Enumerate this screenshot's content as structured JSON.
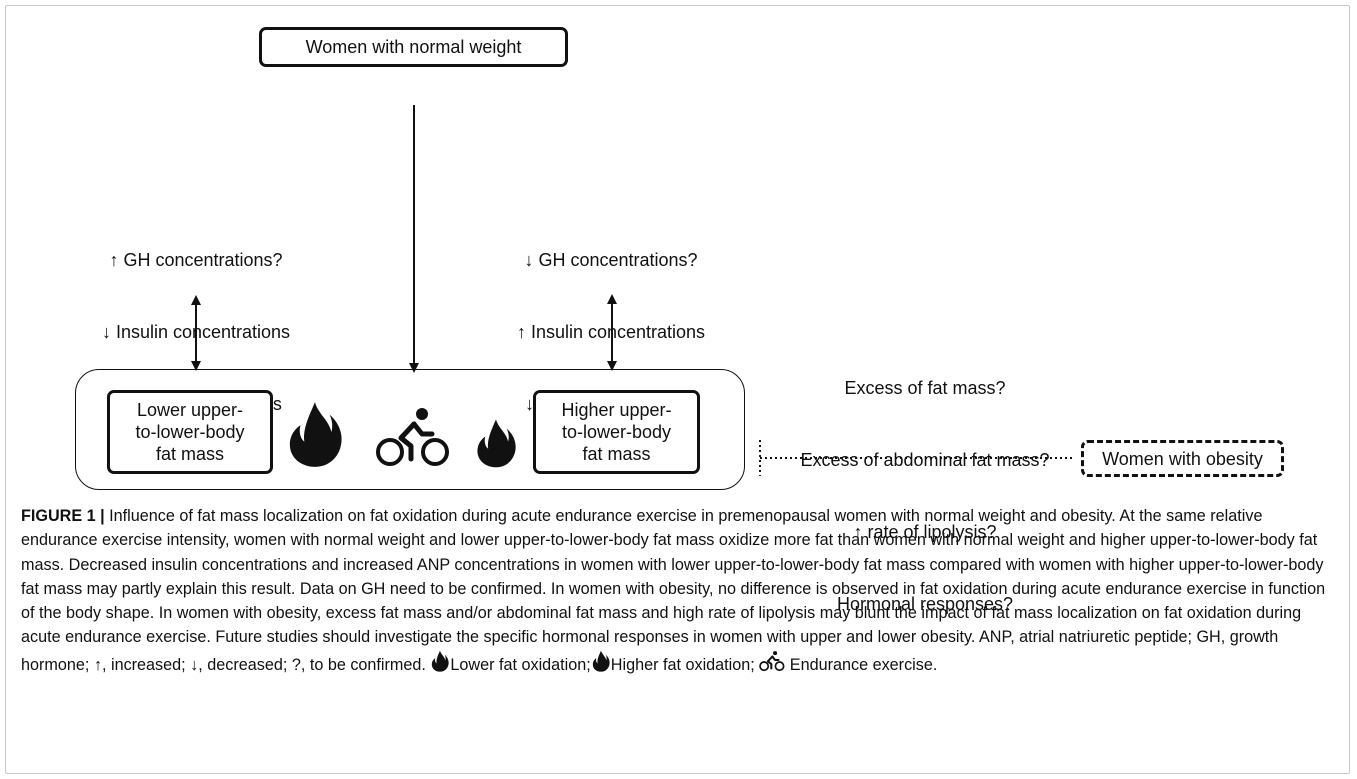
{
  "nodes": {
    "normal_weight": "Women with normal weight",
    "lower_body": [
      "Lower upper-",
      "to-lower-body",
      "fat mass"
    ],
    "higher_body": [
      "Higher upper-",
      "to-lower-body",
      "fat mass"
    ],
    "obesity": "Women with obesity"
  },
  "left_factors": [
    "↑ GH concentrations?",
    "↓ Insulin concentrations",
    "↑ ANP concentrations"
  ],
  "right_factors": [
    "↓ GH concentrations?",
    "↑ Insulin concentrations",
    "↓ ANP concentrations"
  ],
  "obesity_factors": [
    "Excess of fat mass?",
    "Excess of abdominal fat mass?",
    "↑ rate of lipolysis?",
    "Hormonal responses?"
  ],
  "icons": [
    "flame-icon-large",
    "cyclist-icon",
    "flame-icon-small"
  ],
  "caption": {
    "label": "FIGURE 1 |",
    "text": " Influence of fat mass localization on fat oxidation during acute endurance exercise in premenopausal women with normal weight and obesity. At the same relative endurance exercise intensity, women with normal weight and lower upper-to-lower-body fat mass oxidize more fat than women with normal weight and higher upper-to-lower-body fat mass. Decreased insulin concentrations and increased ANP concentrations in women with lower upper-to-lower-body fat mass compared with women with higher upper-to-lower-body fat mass may partly explain this result. Data on GH need to be confirmed. In women with obesity, no difference is observed in fat oxidation during acute endurance exercise in function of the body shape. In women with obesity, excess fat mass and/or abdominal fat mass and high rate of lipolysis may blunt the impact of fat mass localization on fat oxidation during acute endurance exercise. Future studies should investigate the specific hormonal responses in women with upper and lower obesity. ANP, atrial natriuretic peptide; GH, growth hormone; ↑, increased; ↓, decreased; ?, to be confirmed.",
    "legend_lower": "Lower fat oxidation;",
    "legend_higher": "Higher fat oxidation;",
    "legend_exercise": "Endurance exercise."
  }
}
